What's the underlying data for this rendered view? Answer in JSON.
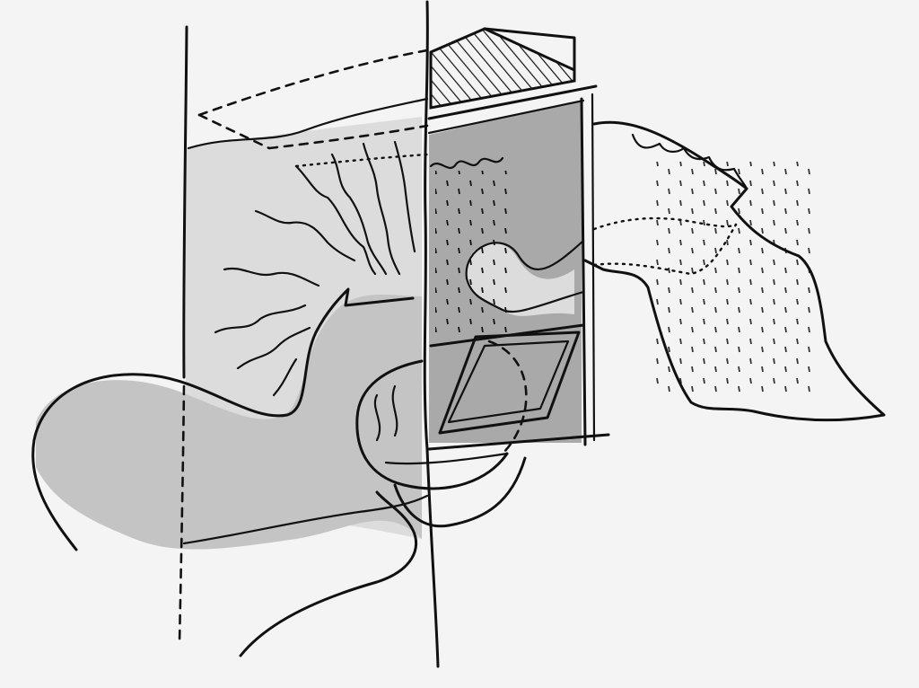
{
  "canvas": {
    "background": "#f4f4f4",
    "ink": "#111111",
    "shade_light": "#dcdcdc",
    "shade_mid": "#c4c4c4",
    "shade_dark": "#a9a9a9"
  },
  "figure": {
    "kind": "hand-drawn pen and pencil architectural concept sketch",
    "elements": [
      "wall-section-lines",
      "dashed-projection",
      "striped-roof-block",
      "shaded-window-box",
      "tilted-pane",
      "fabric-canopy",
      "wavy-heat-lines",
      "flowing-ground-shapes"
    ]
  }
}
